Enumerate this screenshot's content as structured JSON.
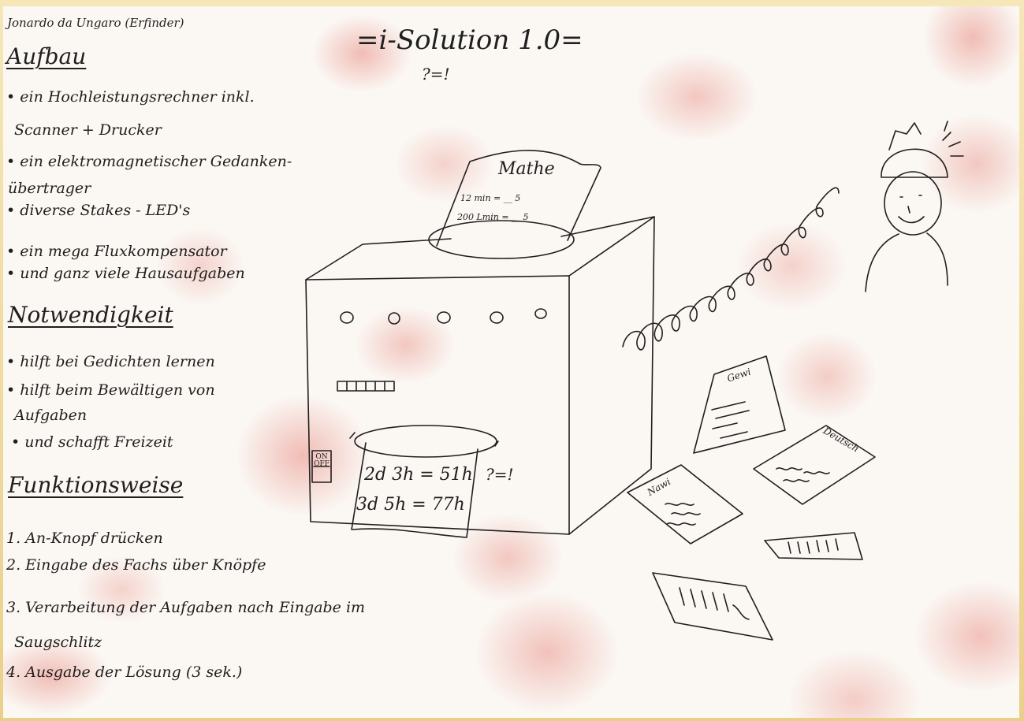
{
  "colors": {
    "paper": "#fbf7f3",
    "ink": "#1f1f1f",
    "stain": "#e88c82",
    "frame": "#f3dfa6"
  },
  "inventor": "Jonardo da Ungaro (Erfinder)",
  "title": "=i-Solution 1.0=",
  "subtitle": "?=!",
  "sections": {
    "aufbau": {
      "heading": "Aufbau",
      "items": [
        "• ein Hochleistungsrechner inkl.",
        "Scanner + Drucker",
        "• ein elektromagnetischer Gedanken-",
        "übertrager",
        "• diverse Stakes - LED's",
        "• ein mega Fluxkompensator",
        "• und ganz viele Hausaufgaben"
      ]
    },
    "notwendigkeit": {
      "heading": "Notwendigkeit",
      "items": [
        "• hilft bei Gedichten lernen",
        "• hilft beim Bewältigen von",
        "Aufgaben",
        "• und schafft Freizeit"
      ]
    },
    "funktionsweise": {
      "heading": "Funktionsweise",
      "items": [
        "1. An-Knopf drücken",
        "2. Eingabe des Fachs über Knöpfe",
        "3. Verarbeitung der Aufgaben nach Eingabe im",
        "Saugschlitz",
        "4. Ausgabe der Lösung (3 sek.)"
      ]
    }
  },
  "machine": {
    "input_sheet": {
      "subject": "Mathe",
      "line1": "12 min = __ 5",
      "line2": "200 Lmin = __ 5"
    },
    "output_sheet": {
      "line1": "2d 3h = 51h",
      "line2": "3d 5h = 77h"
    },
    "side_note": "?=!",
    "switch_label": "ON\nOFF"
  },
  "flying_papers": [
    "Gewi",
    "Deutsch",
    "Nawi"
  ]
}
